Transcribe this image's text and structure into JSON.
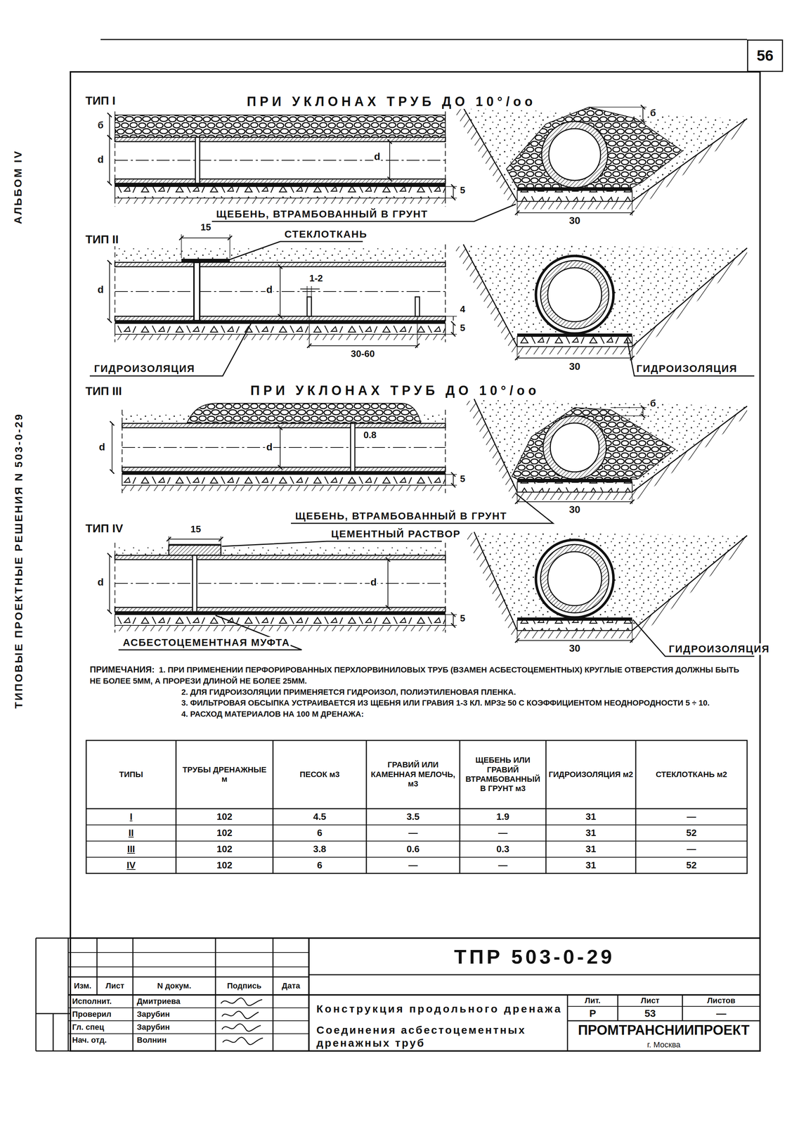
{
  "diagram": {
    "nodes": [
      {
        "text": [
          "56"
        ]
      }
    ],
    "labels": [
      "АЛЬБОМ IV",
      "ТИПОВЫЕ ПРОЕКТНЫЕ РЕШЕНИЯ N 503-0-29",
      "ТИП I",
      "ПРИ УКЛОНАХ ТРУБ ДО 10°/оо",
      "б",
      "d",
      "d",
      "5",
      "б",
      "30",
      "ЩЕБЕНЬ, ВТРАМБОВАННЫЙ В ГРУНТ",
      "ТИП II",
      "15",
      "СТЕКЛОТКАНЬ",
      "1-2",
      "d",
      "d",
      "4",
      "5",
      "30-60",
      "ГИДРОИЗОЛЯЦИЯ",
      "30",
      "ГИДРОИЗОЛЯЦИЯ",
      "ТИП III",
      "ПРИ УКЛОНАХ ТРУБ ДО 10°/оо",
      "d",
      "d",
      "0.8",
      "5",
      "б",
      "30",
      "ЩЕБЕНЬ, ВТРАМБОВАННЫЙ В ГРУНТ",
      "ТИП IV",
      "15",
      "ЦЕМЕНТНЫЙ РАСТВОР",
      "d",
      "d",
      "5",
      "30",
      "АСБЕСТОЦЕМЕНТНАЯ МУФТА",
      "ГИДРОИЗОЛЯЦИЯ",
      "ПРИМЕЧАНИЯ:",
      "1. ПРИ ПРИМЕНЕНИИ ПЕРФОРИРОВАННЫХ ПЕРХЛОРВИНИЛОВЫХ ТРУБ (ВЗАМЕН АСБЕСТОЦЕМЕНТНЫХ) КРУГЛЫЕ ОТВЕРСТИЯ ДОЛЖНЫ БЫТЬ НЕ БОЛЕЕ 5ММ, А ПРОРЕЗИ ДЛИНОЙ НЕ БОЛЕЕ 25ММ.",
      "2. ДЛЯ ГИДРОИЗОЛЯЦИИ ПРИМЕНЯЕТСЯ ГИДРОИЗОЛ, ПОЛИЭТИЛЕНОВАЯ ПЛЕНКА.",
      "3. ФИЛЬТРОВАЯ ОБСЫПКА УСТРАИВАЕТСЯ ИЗ ЩЕБНЯ ИЛИ ГРАВИЯ 1-3 КЛ. МРЗ≥ 50 С КОЭФФИЦИЕНТОМ НЕОДНОРОДНОСТИ 5 ÷ 10.",
      "4. РАСХОД МАТЕРИАЛОВ НА 100 М ДРЕНАЖА:",
      "ТИПЫ",
      "ТРУБЫ ДРЕНАЖНЫЕ м",
      "ПЕСОК м3",
      "ГРАВИЙ ИЛИ КАМЕННАЯ МЕЛОЧЬ, м3",
      "ЩЕБЕНЬ ИЛИ ГРАВИЙ ВТРАМБОВАННЫЙ В ГРУНТ м3",
      "ГИДРОИЗОЛЯЦИЯ м2",
      "СТЕКЛОТКАНЬ м2",
      "I",
      "102",
      "4.5",
      "3.5",
      "1.9",
      "31",
      "—",
      "II",
      "102",
      "6",
      "—",
      "—",
      "31",
      "52",
      "III",
      "102",
      "3.8",
      "0.6",
      "0.3",
      "31",
      "—",
      "IV",
      "102",
      "6",
      "—",
      "—",
      "31",
      "52",
      "Изм.",
      "Лист",
      "N докум.",
      "Подпись",
      "Дата",
      "Исполнит.",
      "Дмитриева",
      "Проверил",
      "Зарубин",
      "Гл. спец",
      "Зарубин",
      "Нач. отд.",
      "Волнин",
      "ТПР 503-0-29",
      "Конструкция продольного дренажа",
      "Соединения асбестоцементных дренажных труб",
      "Лит.",
      "Лист",
      "Листов",
      "Р",
      "53",
      "—",
      "ПРОМТРАНСНИИПРОЕКТ",
      "г. Москва"
    ]
  }
}
